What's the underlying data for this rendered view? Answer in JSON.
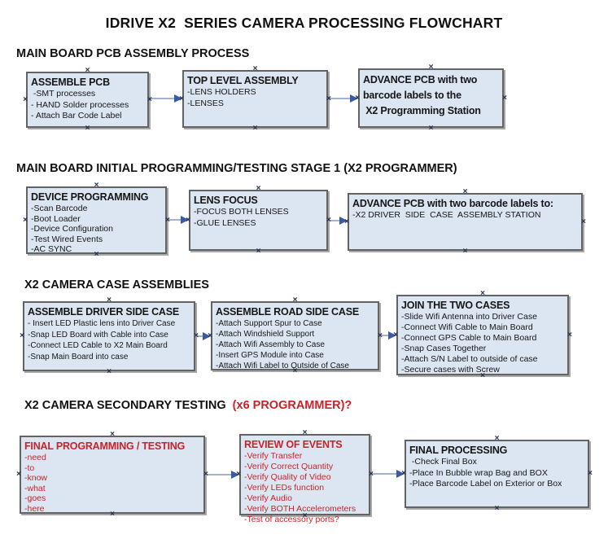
{
  "page_title": "IDRIVE X2  SERIES CAMERA PROCESSING FLOWCHART",
  "icons": {
    "anchor_glyph": "×"
  },
  "colors": {
    "box_fill": "#dce6f2",
    "box_border": "#636363",
    "red_text": "#cc2128",
    "arrow_line": "#a3b3cf",
    "arrow_head": "#3b5aa5"
  },
  "sections": [
    {
      "heading": "MAIN BOARD PCB ASSEMBLY PROCESS",
      "heading_accent": "",
      "boxes": [
        {
          "name": "assemble-pcb",
          "title": "ASSEMBLE PCB",
          "items": [
            " -SMT processes",
            "- HAND Solder processes",
            "- Attach Bar Code Label"
          ],
          "text_color": "black"
        },
        {
          "name": "top-level-assembly",
          "title": "TOP LEVEL ASSEMBLY",
          "items": [
            "-LENS HOLDERS",
            "-LENSES"
          ],
          "text_color": "black"
        },
        {
          "name": "advance-pcb-to-programming-station",
          "title_lines": [
            "ADVANCE PCB with two",
            "barcode labels to the",
            " X2 Programming Station"
          ],
          "items": [],
          "text_color": "black"
        }
      ]
    },
    {
      "heading": "MAIN BOARD INITIAL PROGRAMMING/TESTING STAGE 1 (X2 PROGRAMMER)",
      "heading_accent": "",
      "boxes": [
        {
          "name": "device-programming",
          "title": "DEVICE PROGRAMMING",
          "items": [
            "-Scan Barcode",
            "-Boot Loader",
            "-Device Configuration",
            "-Test Wired Events",
            "-AC SYNC"
          ],
          "text_color": "black"
        },
        {
          "name": "lens-focus",
          "title": "LENS FOCUS",
          "items": [
            "-FOCUS BOTH LENSES",
            "-GLUE LENSES"
          ],
          "text_color": "black"
        },
        {
          "name": "advance-pcb-to-driver-side-station",
          "title": "ADVANCE PCB with two barcode labels to:",
          "items": [
            "-X2 DRIVER  SIDE  CASE  ASSEMBLY STATION"
          ],
          "text_color": "black"
        }
      ]
    },
    {
      "heading": "X2 CAMERA CASE ASSEMBLIES",
      "heading_accent": "",
      "boxes": [
        {
          "name": "assemble-driver-side-case",
          "title": "ASSEMBLE DRIVER SIDE CASE",
          "items": [
            "- Insert LED Plastic lens into Driver Case",
            "-Snap LED Board with Cable into Case",
            "-Connect LED Cable to X2 Main Board",
            "-Snap Main Board into case"
          ],
          "text_color": "black"
        },
        {
          "name": "assemble-road-side-case",
          "title": "ASSEMBLE ROAD SIDE CASE",
          "items": [
            "-Attach Support Spur to Case",
            "-Attach Windshield Support",
            "-Attach Wifi Assembly to Case",
            "-Insert GPS Module into Case",
            "-Attach Wifi Label to Outside of Case"
          ],
          "text_color": "black"
        },
        {
          "name": "join-the-two-cases",
          "title": "JOIN THE TWO CASES",
          "items": [
            "-Slide Wifi Antenna into Driver Case",
            "-Connect Wifi Cable to Main Board",
            "-Connect GPS Cable to Main Board",
            "-Snap Cases Together",
            "-Attach S/N Label to outside of case",
            "-Secure cases with Screw"
          ],
          "text_color": "black"
        }
      ]
    },
    {
      "heading": "X2 CAMERA SECONDARY TESTING  ",
      "heading_accent": "(x6 PROGRAMMER)?",
      "boxes": [
        {
          "name": "final-programming-testing",
          "title": "FINAL PROGRAMMING / TESTING",
          "items": [
            "-need",
            "-to",
            "-know",
            "-what",
            "-goes",
            "-here"
          ],
          "text_color": "red"
        },
        {
          "name": "review-of-events",
          "title": "REVIEW OF EVENTS",
          "items": [
            "-Verify Transfer",
            "-Verify Correct Quantity",
            "-Verify Quality of Video",
            "-Verify LEDs function",
            "-Verify Audio",
            "-Verify BOTH Accelerometers",
            "-Test of accessory ports?"
          ],
          "text_color": "red"
        },
        {
          "name": "final-processing",
          "title": "FINAL PROCESSING",
          "items": [
            " -Check Final Box",
            "-Place In Bubble wrap Bag and BOX",
            "-Place Barcode Label on Exterior or Box"
          ],
          "text_color": "black"
        }
      ]
    }
  ]
}
